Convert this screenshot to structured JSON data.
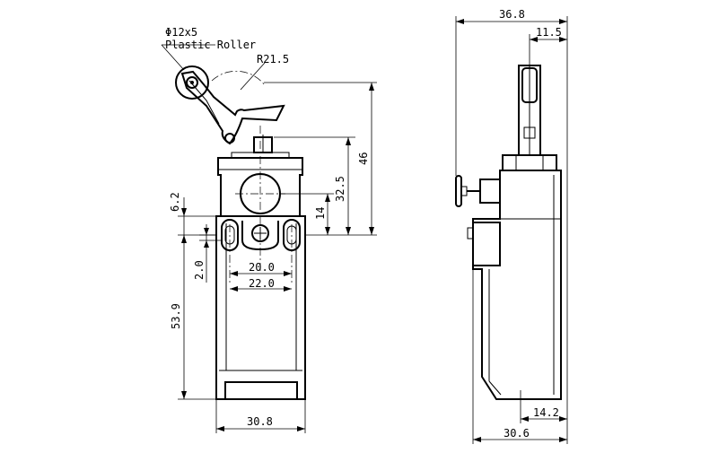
{
  "dimensions": {
    "top_width_overall": "36.8",
    "top_width_plunger_offset": "11.5",
    "roller_diameter": "Φ12x5",
    "roller_label": "Plastic Roller",
    "lever_radius": "R21.5",
    "height_to_roller": "46",
    "height_to_actuator": "32.5",
    "actuator_offset": "14",
    "top_offset_left": "6.2",
    "hole_offset": "2.0",
    "body_height": "53.9",
    "hole_spacing_inner": "20.0",
    "hole_spacing_outer": "22.0",
    "body_width_front": "30.8",
    "side_bottom_offset": "14.2",
    "body_width_side": "30.6"
  }
}
